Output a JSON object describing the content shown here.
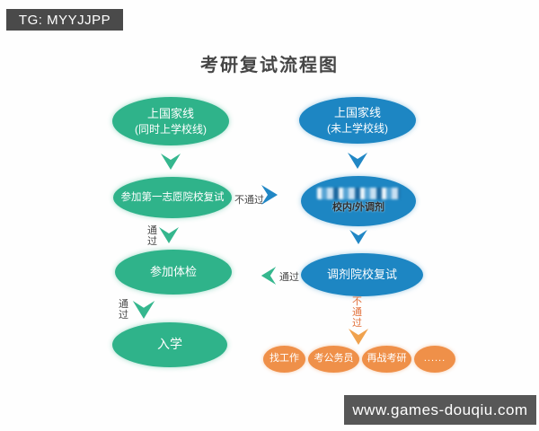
{
  "watermark_top": {
    "text": "TG: MYYJJPP"
  },
  "watermark_bottom": {
    "text": "www.games-douqiu.com"
  },
  "diagram": {
    "title": "考研复试流程图",
    "left_branch": {
      "node1": {
        "line1": "上国家线",
        "line2": "(同时上学校线)"
      },
      "node2": {
        "label": "参加第一志愿院校复试"
      },
      "node3": {
        "label": "参加体检"
      },
      "node4": {
        "label": "入学"
      }
    },
    "right_branch": {
      "node1": {
        "line1": "上国家线",
        "line2": "(未上学校线)"
      },
      "node2": {
        "caption": "校内/外调剂"
      },
      "node3": {
        "label": "调剂院校复试"
      }
    },
    "edges": {
      "fail_to_right": "不通过",
      "pass_1": "通过",
      "pass_2": "通过",
      "pass_from_right": "通过",
      "fail_down": "不通过"
    },
    "outcomes": [
      "找工作",
      "考公务员",
      "再战考研",
      "......"
    ]
  },
  "colors": {
    "green": "#2fb38a",
    "blue": "#1d86c3",
    "orange": "#ef9049",
    "fail_text": "#e2703a",
    "badge_bg": "#4a4a4a",
    "title_text": "#464646"
  }
}
